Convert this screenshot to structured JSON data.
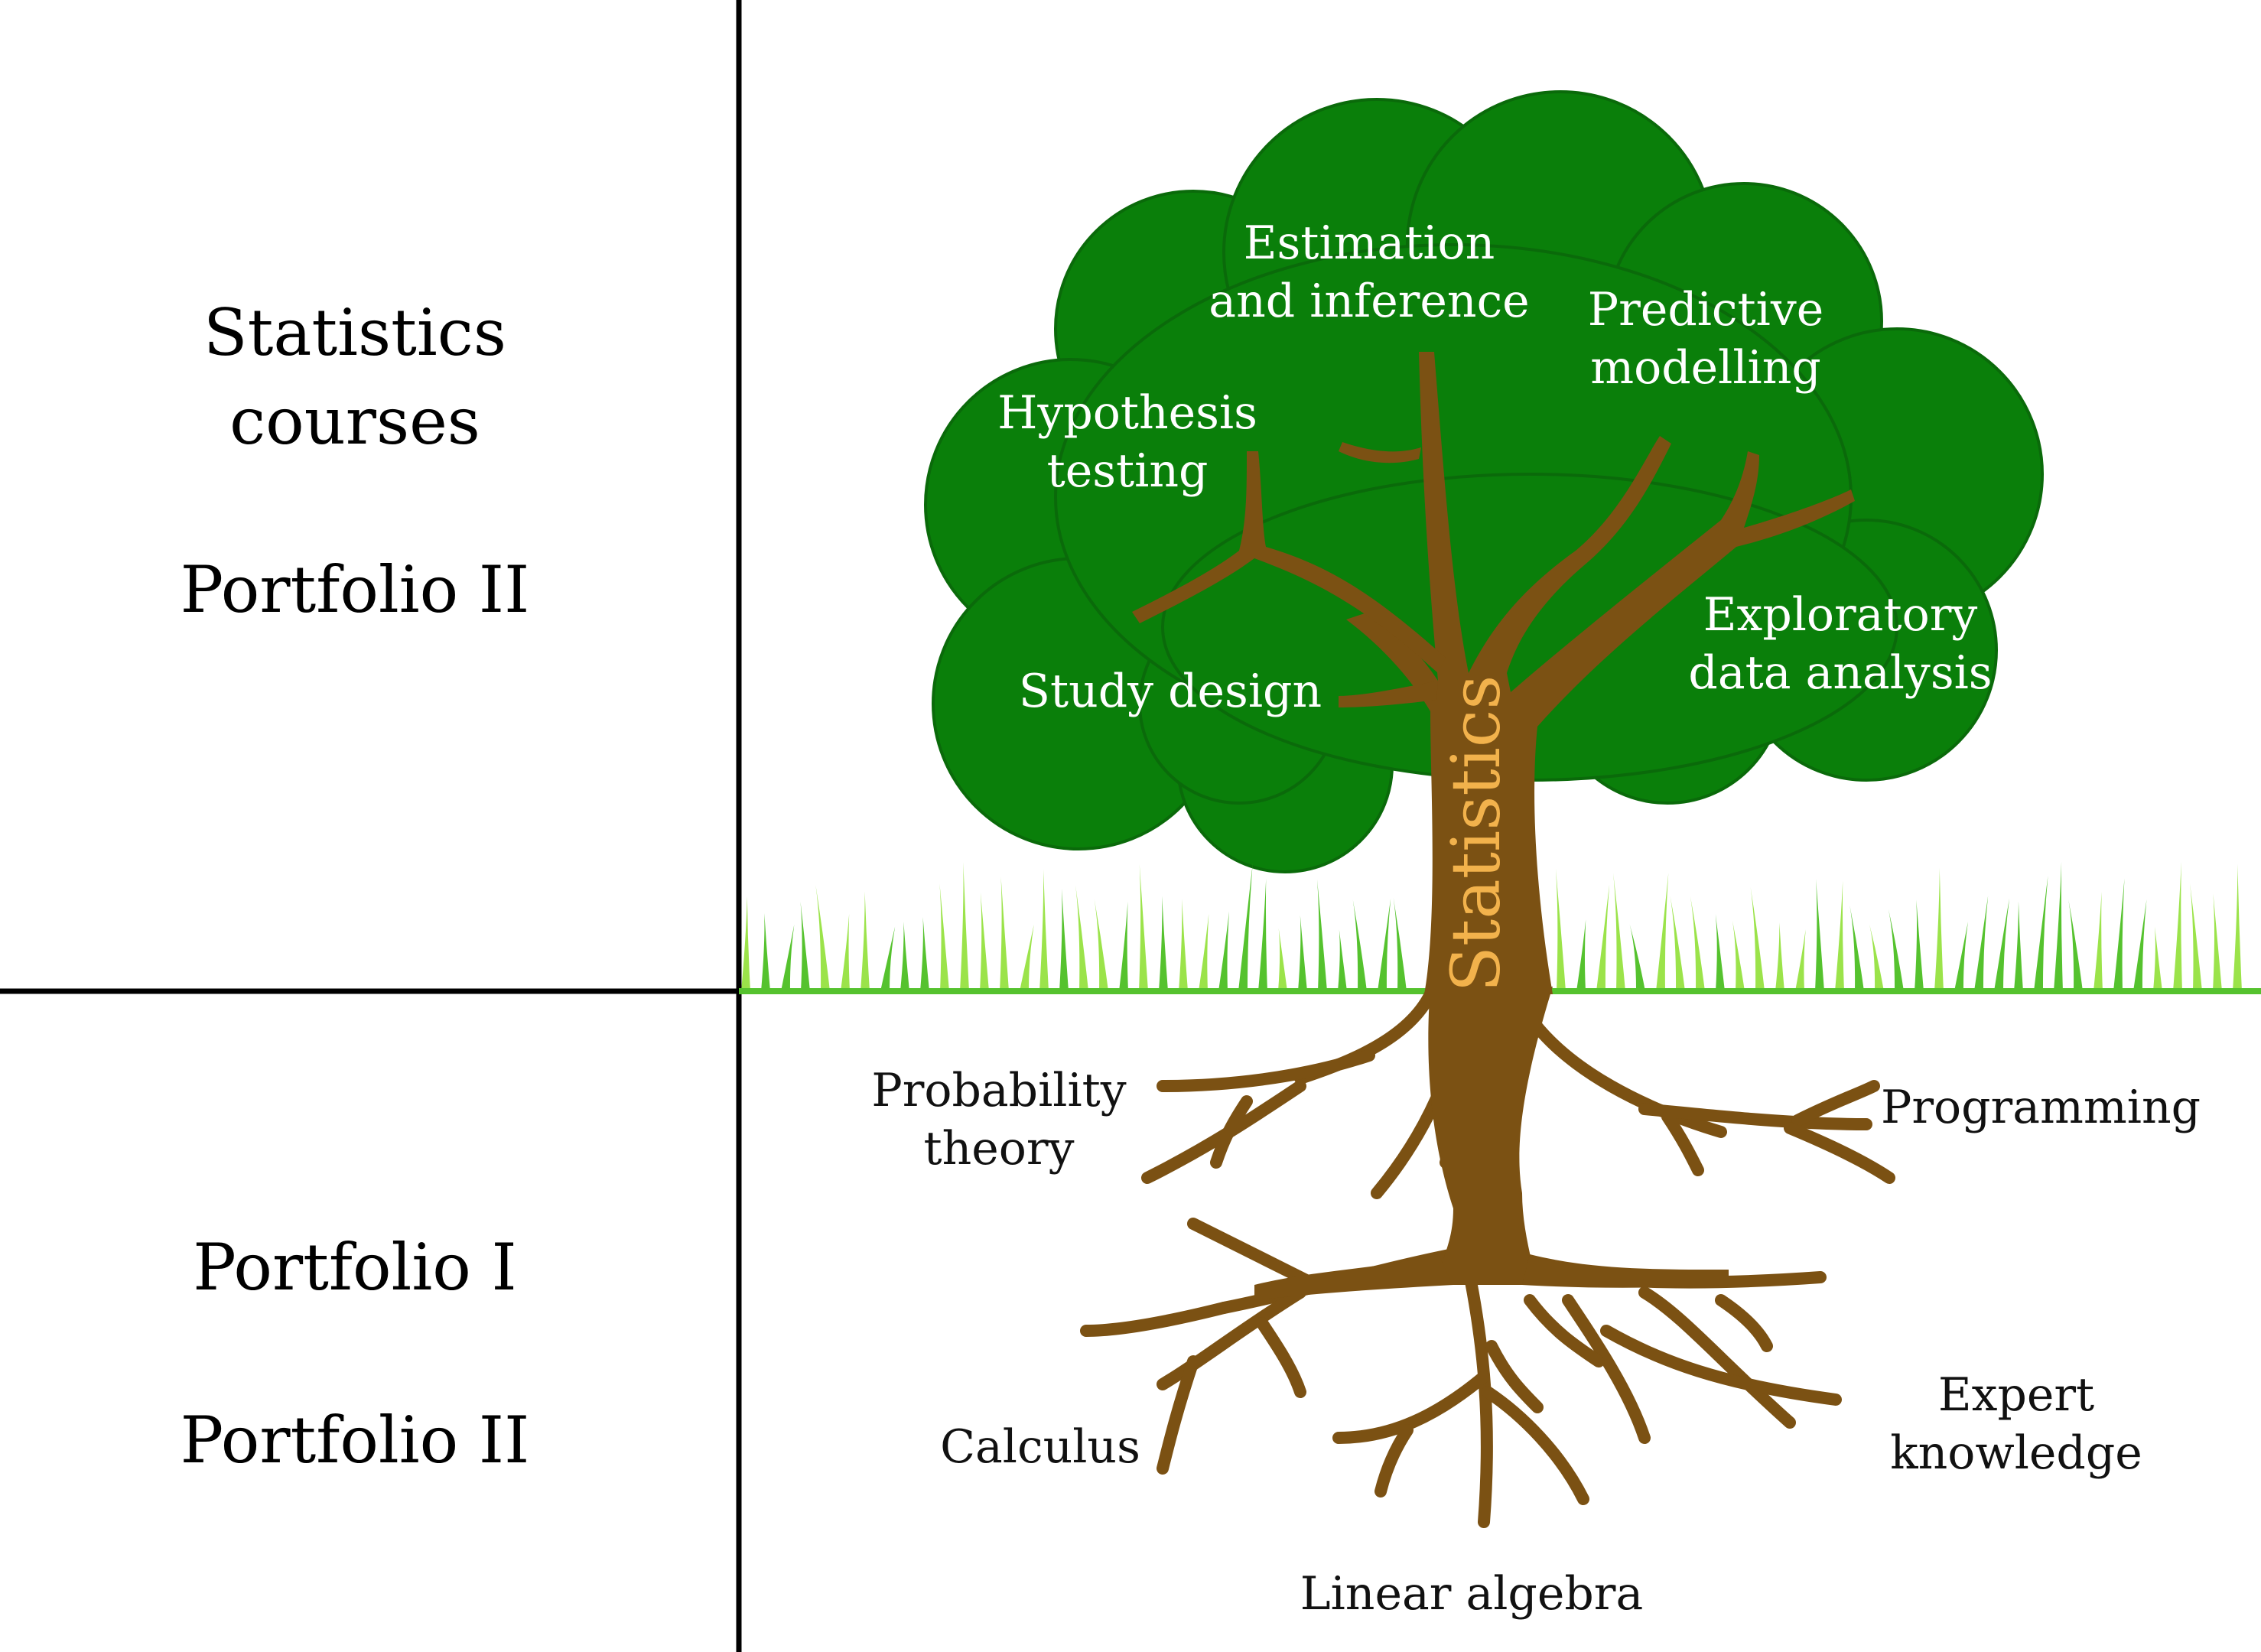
{
  "left_panel": {
    "top_section": {
      "heading_line1": "Statistics",
      "heading_line2": "courses",
      "portfolio": "Portfolio II"
    },
    "bottom_section": {
      "portfolio_a": "Portfolio I",
      "portfolio_b": "Portfolio II"
    }
  },
  "tree": {
    "trunk_label": "Statistics",
    "branches": [
      {
        "id": "estimation",
        "lines": [
          "Estimation",
          "and inference"
        ]
      },
      {
        "id": "predictive",
        "lines": [
          "Predictive",
          "modelling"
        ]
      },
      {
        "id": "hypothesis",
        "lines": [
          "Hypothesis",
          "testing"
        ]
      },
      {
        "id": "exploratory",
        "lines": [
          "Exploratory",
          "data analysis"
        ]
      },
      {
        "id": "study-design",
        "lines": [
          "Study design"
        ]
      }
    ],
    "roots": [
      {
        "id": "probability",
        "lines": [
          "Probability",
          "theory"
        ]
      },
      {
        "id": "programming",
        "lines": [
          "Programming"
        ]
      },
      {
        "id": "calculus",
        "lines": [
          "Calculus"
        ]
      },
      {
        "id": "expert",
        "lines": [
          "Expert",
          "knowledge"
        ]
      },
      {
        "id": "linear-algebra",
        "lines": [
          "Linear algebra"
        ]
      }
    ]
  },
  "colors": {
    "foliage": "#0a7f0a",
    "foliage_outline": "#0a6a0a",
    "trunk": "#7b5113",
    "trunk_label": "#f2b24c",
    "branch_text": "#ffffff",
    "root_text": "#111111",
    "grass": "#55c22e",
    "grass_light": "#9be34a",
    "divider": "#000000"
  }
}
